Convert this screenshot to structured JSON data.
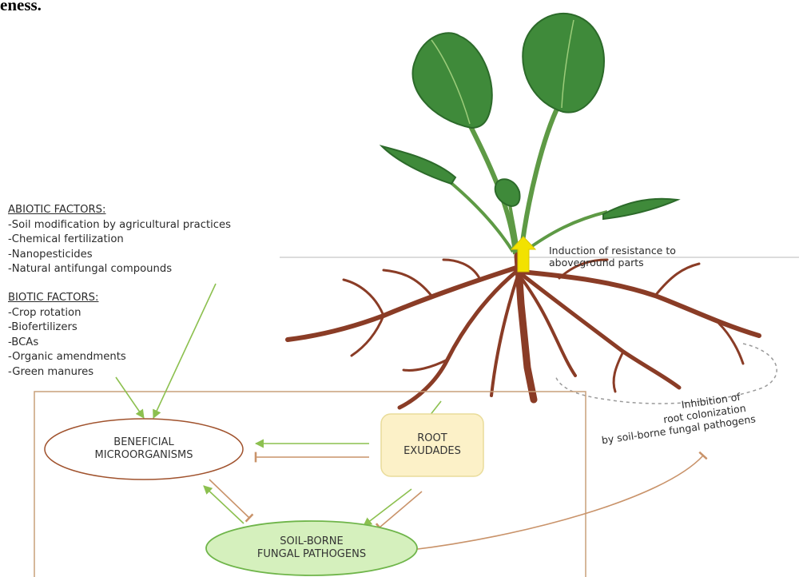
{
  "header_fragment": "eness.",
  "abiotic": {
    "title": "ABIOTIC FACTORS:",
    "items": [
      "-Soil modification by agricultural practices",
      "-Chemical fertilization",
      "-Nanopesticides",
      "-Natural antifungal compounds"
    ]
  },
  "biotic": {
    "title": "BIOTIC FACTORS:",
    "items": [
      "-Crop rotation",
      "-Biofertilizers",
      "-BCAs",
      "-Organic amendments",
      "-Green manures"
    ]
  },
  "labels": {
    "induction_line1": "Induction of resistance to",
    "induction_line2": "aboveground parts",
    "inhibition_line1": "Inhibition of",
    "inhibition_line2": "root colonization",
    "inhibition_line3": "by soil-borne fungal pathogens"
  },
  "nodes": {
    "beneficial_line1": "BENEFICIAL",
    "beneficial_line2": "MICROORGANISMS",
    "root_line1": "ROOT",
    "root_line2": "EXUDADES",
    "pathogen_line1": "SOIL-BORNE",
    "pathogen_line2": "FUNGAL PATHOGENS"
  },
  "colors": {
    "leaf": "#3f8a3a",
    "leaf_dark": "#2c6a2a",
    "root": "#8a3c26",
    "arrow_green": "#8cc04f",
    "arrow_brown": "#c9936a",
    "beneficial_border": "#a0522d",
    "root_box_fill": "#fcf1c8",
    "root_box_border": "#e9dc9a",
    "pathogen_fill": "#d5f0bd",
    "pathogen_border": "#6fb54a",
    "induction_arrow": "#f2e200"
  }
}
